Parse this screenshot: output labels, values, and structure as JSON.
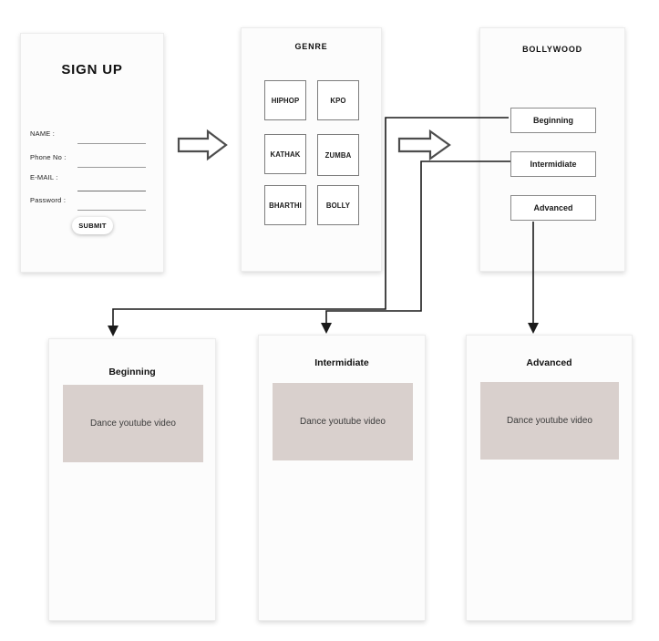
{
  "signup": {
    "title": "SIGN UP",
    "fields": [
      {
        "label": "NAME :"
      },
      {
        "label": "Phone No :"
      },
      {
        "label": "E-MAIL :"
      },
      {
        "label": "Password :"
      }
    ],
    "submit_label": "SUBMIT"
  },
  "genre": {
    "title": "GENRE",
    "options": [
      "HIPHOP",
      "KPO",
      "KATHAK",
      "ZUMBA",
      "BHARTHI",
      "BOLLY"
    ]
  },
  "bollywood": {
    "title": "BOLLYWOOD",
    "levels": [
      "Beginning",
      "Intermidiate",
      "Advanced"
    ]
  },
  "level_screens": [
    {
      "title": "Beginning",
      "video_label": "Dance youtube video"
    },
    {
      "title": "Intermidiate",
      "video_label": "Dance youtube video"
    },
    {
      "title": "Advanced",
      "video_label": "Dance youtube video"
    }
  ],
  "colors": {
    "video_placeholder": "#d9d0cd",
    "panel_background": "#fcfcfc",
    "box_border": "#7d7d7d",
    "connector_line": "#1a1a1a"
  }
}
